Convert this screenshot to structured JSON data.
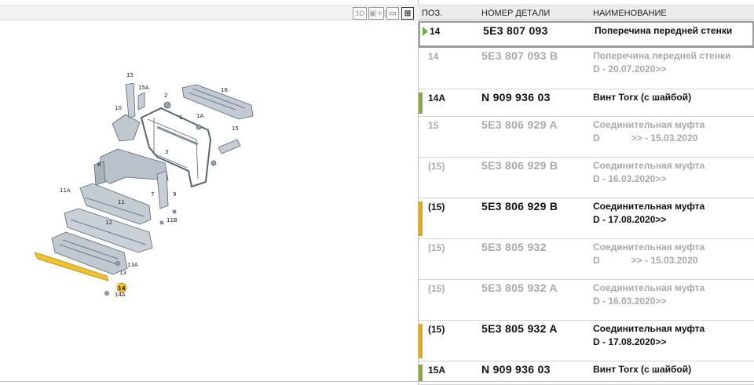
{
  "toolbar": {
    "btn_3d": "3D",
    "btn_dim": "▣+▥",
    "btn_frame": "▭",
    "btn_split": "⊞"
  },
  "table": {
    "headers": {
      "pos": "ПОЗ.",
      "number": "НОМЕР ДЕТАЛИ",
      "name": "НАИМЕНОВАНИЕ"
    },
    "rows": [
      {
        "pos": "14",
        "number": "5E3 807 093",
        "name": "Поперечина передней стенки",
        "state": "selected",
        "bar": ""
      },
      {
        "pos": "14",
        "number": "5E3 807 093 B",
        "name": "Поперечина передней стенки\nD - 20.07.2020>>",
        "state": "grey",
        "bar": ""
      },
      {
        "pos": "14A",
        "number": "N   909 936 03",
        "name": "Винт Torx (с шайбой)",
        "state": "active",
        "bar": "#8aa84a"
      },
      {
        "pos": "15",
        "number": "5E3 806 929 A",
        "name": "Соединительная муфта\nD            >> - 15.03.2020",
        "state": "grey",
        "bar": ""
      },
      {
        "pos": "(15)",
        "number": "5E3 806 929 B",
        "name": "Соединительная муфта\nD - 16.03.2020>>",
        "state": "grey",
        "bar": ""
      },
      {
        "pos": "(15)",
        "number": "5E3 806 929 B",
        "name": "Соединительная муфта\nD - 17.08.2020>>",
        "state": "active",
        "bar": "#e0a81b"
      },
      {
        "pos": "(15)",
        "number": "5E3 805 932",
        "name": "Соединительная муфта\nD            >> - 15.03.2020",
        "state": "grey",
        "bar": ""
      },
      {
        "pos": "(15)",
        "number": "5E3 805 932 A",
        "name": "Соединительная муфта\nD - 16.03.2020>>",
        "state": "grey",
        "bar": ""
      },
      {
        "pos": "(15)",
        "number": "5E3 805 932 A",
        "name": "Соединительная муфта\nD - 17.08.2020>>",
        "state": "active",
        "bar": "#e0a81b"
      },
      {
        "pos": "15A",
        "number": "N   909 936 03",
        "name": "Винт Torx (с шайбой)",
        "state": "active",
        "bar": "#8aa84a"
      }
    ]
  },
  "diagram": {
    "callouts": [
      "15",
      "15A",
      "16",
      "10",
      "1",
      "1A",
      "2",
      "15",
      "3",
      "8",
      "11A",
      "7",
      "9",
      "11",
      "11B",
      "12",
      "13A",
      "13",
      "14",
      "14A"
    ],
    "highlight_color": "#f2c12e"
  }
}
